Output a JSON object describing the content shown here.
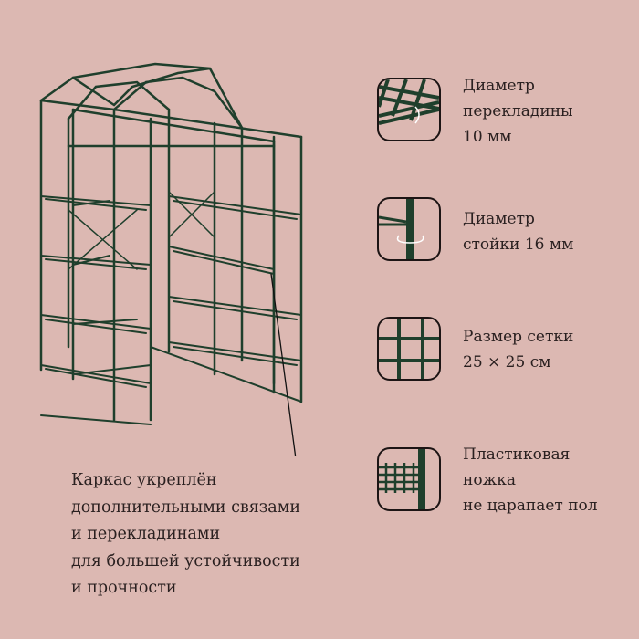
{
  "features": [
    {
      "icon": "crossbar-diameter-icon",
      "text": "Диаметр\nперекладины\n10 мм"
    },
    {
      "icon": "post-diameter-icon",
      "text": "Диаметр\nстойки 16 мм"
    },
    {
      "icon": "mesh-size-icon",
      "text": "Размер сетки\n25 × 25 см"
    },
    {
      "icon": "plastic-foot-icon",
      "text": "Пластиковая\nножка\nне царапает пол"
    }
  ],
  "caption": {
    "lines": [
      "Каркас укреплён",
      "дополнительными связами",
      "и перекладинами",
      "для большей устойчивости",
      "и прочности"
    ]
  },
  "colors": {
    "background": "#dcb8b2",
    "frame": "#1f3f2c",
    "text": "#2a2020"
  }
}
